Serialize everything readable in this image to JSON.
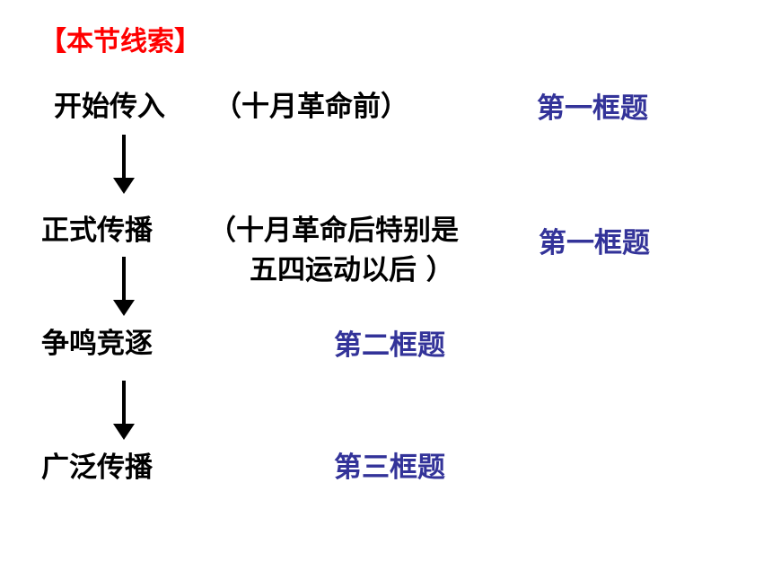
{
  "title": "【本节线索】",
  "stages": [
    {
      "label": "开始传入",
      "note": "（十月革命前）",
      "tag": "第一框题"
    },
    {
      "label": "正式传播",
      "note_line1": "（十月革命后特别是",
      "note_line2": "五四运动以后 ）",
      "tag": "第一框题"
    },
    {
      "label": "争鸣竞逐",
      "tag": "第二框题"
    },
    {
      "label": "广泛传播",
      "tag": "第三框题"
    }
  ],
  "colors": {
    "title": "#ff0000",
    "text": "#000000",
    "tag": "#333399"
  }
}
